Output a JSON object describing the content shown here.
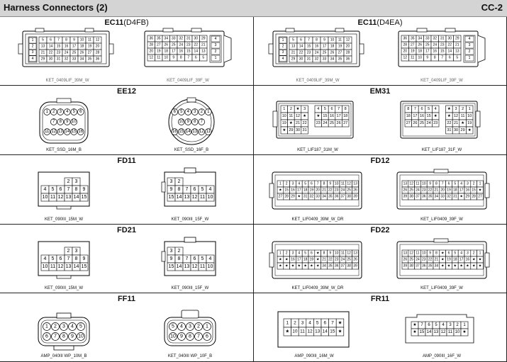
{
  "header": {
    "title": "Harness Connectors (2)",
    "code": "CC-2"
  },
  "cells": [
    {
      "id": "EC11-D4FB",
      "title": "EC11",
      "subtitle": "(D4FB)",
      "labels": [
        "KET_0409LIF_39M_W",
        "KET_0409LIF_39F_W"
      ]
    },
    {
      "id": "EC11-D4EA",
      "title": "EC11",
      "subtitle": "(D4EA)",
      "labels": [
        "KET_0409LIF_39M_W",
        "KET_0409LIF_39F_W"
      ]
    },
    {
      "id": "EE12",
      "title": "EE12",
      "subtitle": "",
      "labels": [
        "KET_SSD_16M_B",
        "KET_SSD_16F_B"
      ]
    },
    {
      "id": "EM31",
      "title": "EM31",
      "subtitle": "",
      "labels": [
        "KET_LIF187_31M_W",
        "KET_LIF187_31F_W"
      ]
    },
    {
      "id": "FD11",
      "title": "FD11",
      "subtitle": "",
      "labels": [
        "KET_090III_15M_W",
        "KET_090III_15F_W"
      ]
    },
    {
      "id": "FD12",
      "title": "FD12",
      "subtitle": "",
      "labels": [
        "KET_LIF0409_39M_W_DR",
        "KET_LIF0409_39F_W"
      ]
    },
    {
      "id": "FD21",
      "title": "FD21",
      "subtitle": "",
      "labels": [
        "KET_090III_15M_W",
        "KET_090III_15F_W"
      ]
    },
    {
      "id": "FD22",
      "title": "FD22",
      "subtitle": "",
      "labels": [
        "KET_LIF0409_39M_W_DR",
        "KET_LIF0409_39F_W"
      ]
    },
    {
      "id": "FF11",
      "title": "FF11",
      "subtitle": "",
      "labels": [
        "AMP_040III WP_10M_B",
        "KET_040III WP_10F_B"
      ]
    },
    {
      "id": "FR11",
      "title": "FR11",
      "subtitle": "",
      "labels": [
        "AMP_090III_16M_W",
        "AMP_090III_16F_W"
      ]
    }
  ],
  "pins": {
    "ee12_m": [
      [
        "1",
        "2",
        "3",
        "4",
        "5",
        "6"
      ],
      [
        "7",
        "8",
        "9",
        "10"
      ],
      [
        "11",
        "12",
        "13",
        "14",
        "15",
        "16"
      ]
    ],
    "ee12_f": [
      [
        "6",
        "5",
        "4",
        "3",
        "2",
        "1"
      ],
      [
        "10",
        "9",
        "8",
        "7"
      ],
      [
        "16",
        "15",
        "14",
        "13",
        "12",
        "11"
      ]
    ],
    "fd15_m": [
      [
        "",
        "",
        "",
        "2",
        "3"
      ],
      [
        "4",
        "5",
        "6",
        "7",
        "8",
        "9"
      ],
      [
        "10",
        "11",
        "12",
        "13",
        "14",
        "15"
      ]
    ],
    "fd15_f": [
      [
        "3",
        "2",
        "",
        "",
        "",
        ""
      ],
      [
        "9",
        "8",
        "7",
        "6",
        "5",
        "4"
      ],
      [
        "15",
        "14",
        "13",
        "12",
        "11",
        "10"
      ]
    ],
    "ff11_m": [
      [
        "1",
        "2",
        "3",
        "4",
        "5"
      ],
      [
        "6",
        "7",
        "8",
        "9",
        "10"
      ]
    ],
    "ff11_f": [
      [
        "5",
        "4",
        "3",
        "2",
        "1"
      ],
      [
        "10",
        "9",
        "8",
        "7",
        "6"
      ]
    ],
    "fr11_m": [
      [
        "1",
        "2",
        "3",
        "4",
        "5",
        "6",
        "7",
        "★"
      ],
      [
        "★",
        "10",
        "11",
        "12",
        "13",
        "14",
        "15",
        "★"
      ]
    ],
    "fr11_f": [
      [
        "★",
        "7",
        "6",
        "5",
        "4",
        "3",
        "2",
        "1"
      ],
      [
        "★",
        "15",
        "14",
        "13",
        "12",
        "11",
        "10",
        "★"
      ]
    ],
    "ec11_m_left": [
      "1",
      "2",
      "3",
      "4"
    ],
    "ec11_m_grid": [
      [
        "5",
        "6",
        "7",
        "8",
        "9",
        "10",
        "11",
        "12"
      ],
      [
        "13",
        "14",
        "15",
        "16",
        "17",
        "18",
        "19",
        "20"
      ],
      [
        "21",
        "22",
        "23",
        "24",
        "25",
        "26",
        "27",
        "28"
      ],
      [
        "29",
        "30",
        "31",
        "32",
        "33",
        "34",
        "35",
        "36"
      ]
    ],
    "ec11_f_grid": [
      [
        "36",
        "35",
        "34",
        "33",
        "32",
        "31",
        "30",
        "29"
      ],
      [
        "28",
        "27",
        "26",
        "25",
        "24",
        "23",
        "22",
        "21"
      ],
      [
        "20",
        "19",
        "18",
        "17",
        "16",
        "15",
        "14",
        "13"
      ],
      [
        "12",
        "11",
        "10",
        "9",
        "8",
        "7",
        "6",
        "5"
      ]
    ],
    "ec11_f_right": [
      "4",
      "3",
      "2",
      "1"
    ],
    "em31_m": [
      [
        "1",
        "2",
        "★",
        "3",
        "",
        "4",
        "5",
        "6",
        "7",
        "8"
      ],
      [
        "10",
        "11",
        "12",
        "★",
        "",
        "★",
        "15",
        "16",
        "17",
        "18"
      ],
      [
        "19",
        "★",
        "21",
        "22",
        "",
        "23",
        "24",
        "25",
        "26",
        "27"
      ],
      [
        "★",
        "29",
        "30",
        "31",
        "",
        "",
        "",
        "",
        "",
        ""
      ]
    ],
    "em31_f": [
      [
        "8",
        "7",
        "6",
        "5",
        "4",
        "",
        "★",
        "3",
        "2",
        "1"
      ],
      [
        "18",
        "17",
        "16",
        "15",
        "★",
        "",
        "★",
        "12",
        "11",
        "10"
      ],
      [
        "27",
        "26",
        "25",
        "24",
        "23",
        "",
        "22",
        "21",
        "★",
        "19"
      ],
      [
        "",
        "",
        "",
        "",
        "",
        "",
        "31",
        "30",
        "29",
        "★"
      ]
    ],
    "fd12_m": [
      [
        "1",
        "2",
        "3",
        "4",
        "5",
        "6",
        "7",
        "8",
        "9",
        "10",
        "11",
        "12",
        "13"
      ],
      [
        "★",
        "15",
        "16",
        "17",
        "18",
        "19",
        "20",
        "21",
        "22",
        "23",
        "24",
        "25",
        "26"
      ],
      [
        "27",
        "28",
        "29",
        "★",
        "31",
        "32",
        "33",
        "34",
        "35",
        "36",
        "37",
        "38",
        "39"
      ]
    ],
    "fd12_f": [
      [
        "13",
        "12",
        "11",
        "10",
        "9",
        "8",
        "7",
        "6",
        "5",
        "4",
        "3",
        "2",
        "1"
      ],
      [
        "26",
        "25",
        "24",
        "23",
        "22",
        "21",
        "20",
        "19",
        "18",
        "17",
        "16",
        "15",
        "★"
      ],
      [
        "39",
        "38",
        "37",
        "36",
        "35",
        "34",
        "33",
        "32",
        "31",
        "★",
        "29",
        "28",
        "27"
      ]
    ],
    "fd22_m": [
      [
        "1",
        "2",
        "3",
        "4",
        "5",
        "6",
        "★",
        "8",
        "9",
        "10",
        "11",
        "12",
        "13"
      ],
      [
        "★",
        "★",
        "16",
        "17",
        "18",
        "19",
        "★",
        "21",
        "22",
        "23",
        "24",
        "25",
        "26"
      ],
      [
        "★",
        "★",
        "★",
        "★",
        "★",
        "★",
        "★",
        "34",
        "35",
        "36",
        "37",
        "38",
        "39"
      ]
    ],
    "fd22_f": [
      [
        "13",
        "12",
        "11",
        "10",
        "9",
        "8",
        "★",
        "6",
        "5",
        "4",
        "3",
        "2",
        "1"
      ],
      [
        "26",
        "25",
        "24",
        "23",
        "22",
        "21",
        "★",
        "19",
        "18",
        "17",
        "16",
        "★",
        "★"
      ],
      [
        "39",
        "38",
        "37",
        "36",
        "35",
        "34",
        "★",
        "★",
        "★",
        "★",
        "★",
        "★",
        "★"
      ]
    ]
  }
}
